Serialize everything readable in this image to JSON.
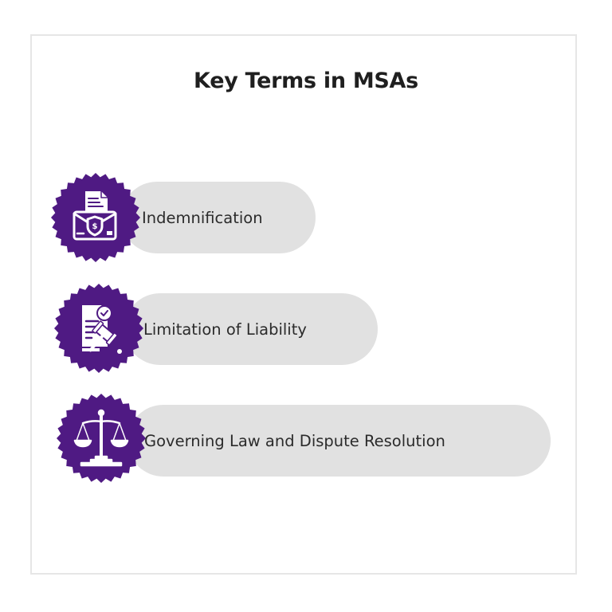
{
  "title": "Key Terms in MSAs",
  "colors": {
    "badge": "#4f1a83",
    "pill": "#e1e1e1",
    "title": "#1f1f1f",
    "text": "#2b2b2b",
    "border": "#e6e6e6"
  },
  "items": [
    {
      "label": "Indemnification",
      "icon": "document-briefcase-dollar-shield-icon"
    },
    {
      "label": "Limitation of Liability",
      "icon": "document-gavel-check-icon"
    },
    {
      "label": "Governing Law and Dispute Resolution",
      "icon": "scales-of-justice-icon"
    }
  ]
}
